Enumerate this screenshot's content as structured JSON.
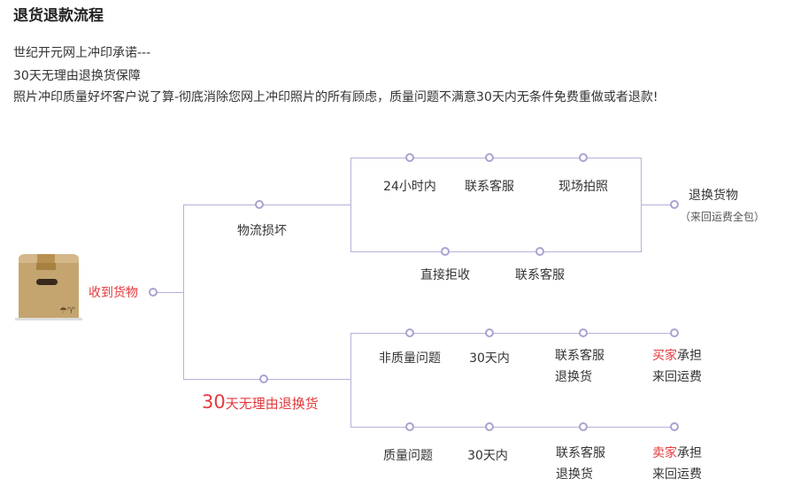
{
  "title": "退货退款流程",
  "intro": [
    "世纪开元网上冲印承诺---",
    "30天无理由退换货保障",
    "照片冲印质量好坏客户说了算-彻底消除您网上冲印照片的所有顾虑，质量问题不满意30天内无条件免费重做或者退款!"
  ],
  "start": "收到货物",
  "branch1": {
    "label": "物流损坏",
    "top": [
      "24小时内",
      "联系客服",
      "现场拍照"
    ],
    "bottom": [
      "直接拒收",
      "联系客服"
    ],
    "result": "退换货物",
    "result_note": "（来回运费全包）"
  },
  "branch2": {
    "label_num": "30",
    "label_text": "天无理由退换货",
    "row1": {
      "a": "非质量问题",
      "b": "30天内",
      "c1": "联系客服",
      "c2": "退换货",
      "d_red": "买家",
      "d_rest": "承担",
      "d2": "来回运费"
    },
    "row2": {
      "a": "质量问题",
      "b": "30天内",
      "c1": "联系客服",
      "c2": "退换货",
      "d_red": "卖家",
      "d_rest": "承担",
      "d2": "来回运费"
    }
  },
  "colors": {
    "line": "#b7b0d8",
    "accent": "#e4393c"
  }
}
